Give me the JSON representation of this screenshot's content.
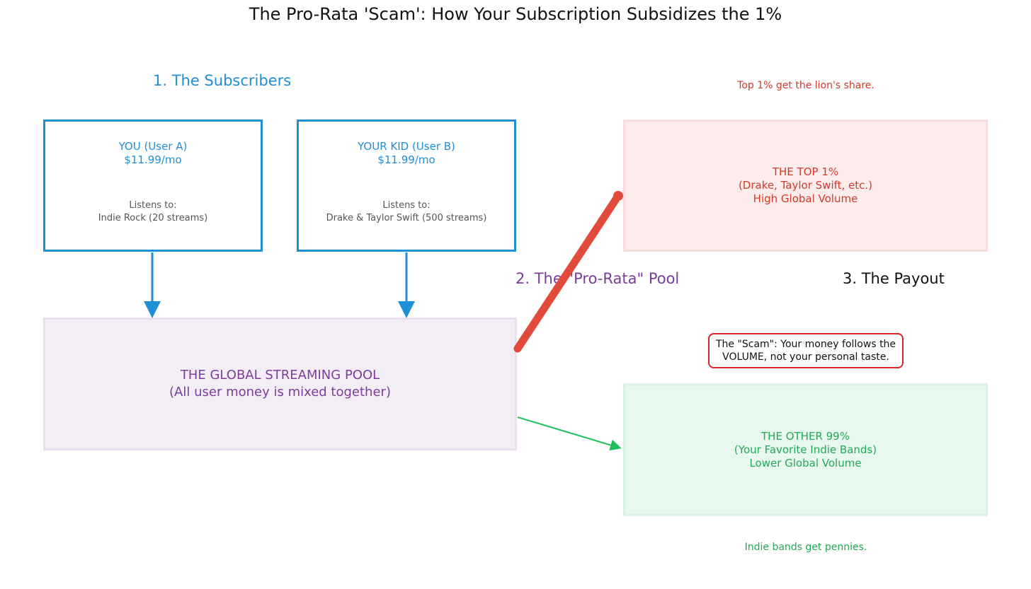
{
  "title": "The Pro-Rata 'Scam': How Your Subscription Subsidizes the 1%",
  "sections": {
    "subscribers": "1. The Subscribers",
    "pool": "2. The \"Pro-Rata\" Pool",
    "payout": "3. The Payout"
  },
  "users": [
    {
      "name": "YOU (User A)",
      "price": "$11.99/mo",
      "listens_label": "Listens to:",
      "listens": "Indie Rock (20 streams)"
    },
    {
      "name": "YOUR KID (User B)",
      "price": "$11.99/mo",
      "listens_label": "Listens to:",
      "listens": "Drake & Taylor Swift (500 streams)"
    }
  ],
  "pool": {
    "line1": "THE GLOBAL STREAMING POOL",
    "line2": "(All user money is mixed together)"
  },
  "top": {
    "note": "Top 1% get the lion's share.",
    "line1": "THE TOP 1%",
    "line2": "(Drake, Taylor Swift, etc.)",
    "line3": "High Global Volume"
  },
  "other": {
    "note": "Indie bands get pennies.",
    "line1": "THE OTHER 99%",
    "line2": "(Your Favorite Indie Bands)",
    "line3": "Lower Global Volume"
  },
  "callout": {
    "line1": "The \"Scam\": Your money follows the",
    "line2": "VOLUME, not your personal taste."
  },
  "colors": {
    "blue": "#1f8fd6",
    "purple": "#7b3d99",
    "red": "#e24a3b",
    "green": "#1fbf5a"
  }
}
